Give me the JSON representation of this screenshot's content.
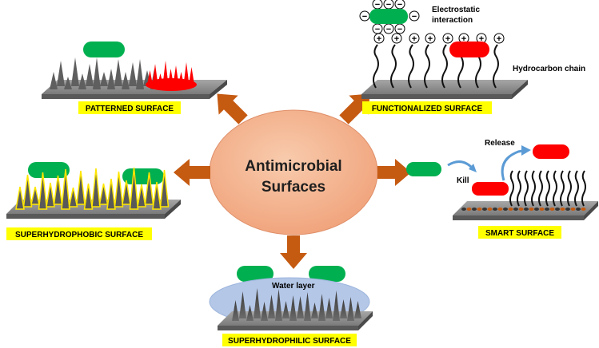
{
  "center": {
    "line1": "Antimicrobial",
    "line2": "Surfaces"
  },
  "surfaces": {
    "patterned": "PATTERNED SURFACE",
    "functionalized": "FUNCTIONALIZED SURFACE",
    "superhydrophobic": "SUPERHYDROPHOBIC SURFACE",
    "smart": "SMART SURFACE",
    "superhydrophilic": "SUPERHYDROPHILIC SURFACE"
  },
  "annotations": {
    "electrostatic_line1": "Electrostatic",
    "electrostatic_line2": "interaction",
    "hydrocarbon": "Hydrocarbon chain",
    "release": "Release",
    "kill": "Kill",
    "water_layer": "Water layer"
  },
  "charges": {
    "negative": "−",
    "positive": "+"
  },
  "colors": {
    "label_bg": "#ffff00",
    "arrow": "#c55a11",
    "ellipse": "#f4b183",
    "bacteria_green": "#00b050",
    "bacteria_red": "#ff0000",
    "spikes_yellow": "#ffe600",
    "water": "#b4c7e7",
    "substrate": "#7f7f7f"
  }
}
